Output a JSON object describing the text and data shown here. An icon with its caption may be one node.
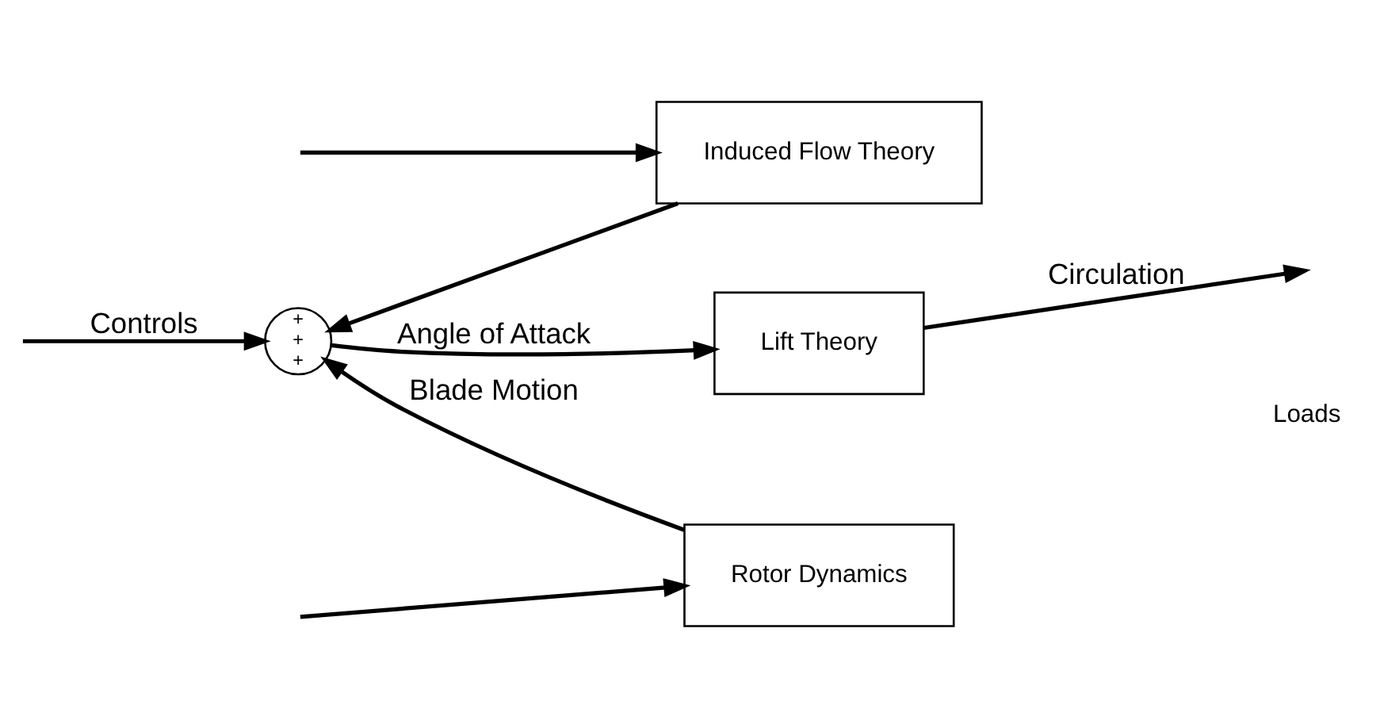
{
  "diagram": {
    "nodes": [
      {
        "text": [
          "+",
          "+",
          "+"
        ]
      },
      {
        "text": [
          "Induced Flow Theory"
        ]
      },
      {
        "text": [
          "Lift Theory"
        ]
      },
      {
        "text": [
          "Rotor Dynamics"
        ]
      }
    ],
    "edges": [
      {
        "from": null,
        "to": 0,
        "arrow": "to",
        "label": "Controls"
      },
      {
        "from": 1,
        "to": 0,
        "arrow": "to"
      },
      {
        "from": 3,
        "to": 0,
        "arrow": "to",
        "label": "Blade Motion"
      },
      {
        "from": 0,
        "to": 2,
        "arrow": "to",
        "label": "Angle of Attack"
      },
      {
        "from": 2,
        "to": null,
        "arrow": "to",
        "label": "Circulation"
      },
      {
        "from": null,
        "to": 1,
        "arrow": "to"
      },
      {
        "from": null,
        "to": 3,
        "arrow": "to"
      }
    ],
    "labels": [
      "Loads"
    ]
  }
}
